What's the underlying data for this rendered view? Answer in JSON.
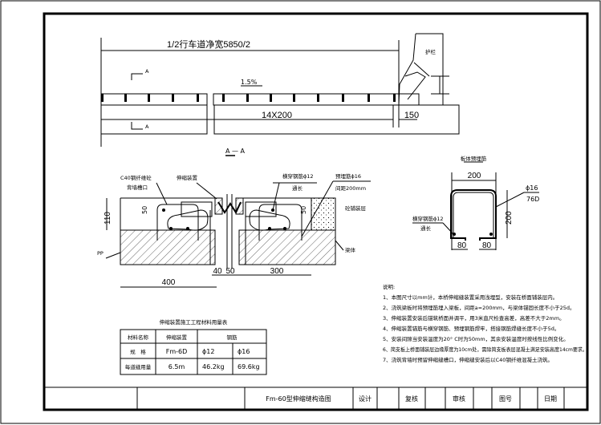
{
  "title_block": {
    "drawing_title": "Fm-60型伸缩缝构造图",
    "design_label": "设计",
    "review_label": "复核",
    "audit_label": "审核",
    "drawing_no_label": "图号",
    "date_label": "日期"
  },
  "plan": {
    "width_dim": "1/2行车道净宽5850/2",
    "slope": "1.5%",
    "spacing_dim": "14X200",
    "edge_dim": "150",
    "guardrail_label": "护栏",
    "section_mark": "A",
    "section_title": "A — A"
  },
  "section": {
    "label_c40": "C40钢纤维砼",
    "label_slot": "背墙槽口",
    "label_device": "伸缩装置",
    "label_cross_bar": "横穿钢筋ϕ12",
    "label_continuous": "通长",
    "label_embed_bar": "预埋筋ϕ16",
    "label_spacing": "间距200mm",
    "label_pavement": "砼铺装层",
    "label_beam": "梁体",
    "label_pp": "PP",
    "dim_height": "110",
    "dim_50_left": "50",
    "dim_50_right": "50",
    "dim_400": "400",
    "dim_40": "40",
    "dim_50": "50",
    "dim_300": "300"
  },
  "rebar_detail": {
    "title": "板体预埋筋",
    "dim_width": "200",
    "dim_height": "200",
    "bar_label": "ϕ16",
    "bar_length": "76D",
    "cross_bar": "横穿钢筋ϕ12",
    "continuous": "通长",
    "dim_80_left": "80",
    "dim_80_right": "80"
  },
  "material_table": {
    "title": "伸缩装置施工工程材料用量表",
    "headers": [
      "材料名称",
      "伸缩装置",
      "钢筋"
    ],
    "rows": [
      [
        "规　格",
        "Fm-6D",
        "ϕ12",
        "ϕ16"
      ],
      [
        "每道缝用量",
        "6.5m",
        "46.2kg",
        "69.6kg"
      ]
    ]
  },
  "notes": {
    "title": "说明:",
    "items": [
      "1、本图尺寸以mm计，本桥伸缩缝装置采用浅埋型，安装在桥面铺装层内。",
      "2、浇筑梁板时将预埋筋埋入梁板，间距a=200mm，与梁体锚固长度不小于25d。",
      "3、伸缩装置安装后锚筑桥面并调平，用3米直尺检查高差，高差不大于2mm。",
      "4、伸缩装置锚筋与横穿钢筋、预埋钢筋焊牢，搭接钢筋焊缝长度不小于5d。",
      "5、安装间隙当安装温度为20° C时为50mm，其余安装温度时按线性比例变化。",
      "6、简支板上桥面铺装层边缘厚度为10cm处，需除简支板表层混凝土满足安装高度14cm要求。",
      "7、浇筑背墙时预留伸缩缝槽口，伸缩缝安装后以C40钢纤维混凝土浇筑。"
    ]
  }
}
